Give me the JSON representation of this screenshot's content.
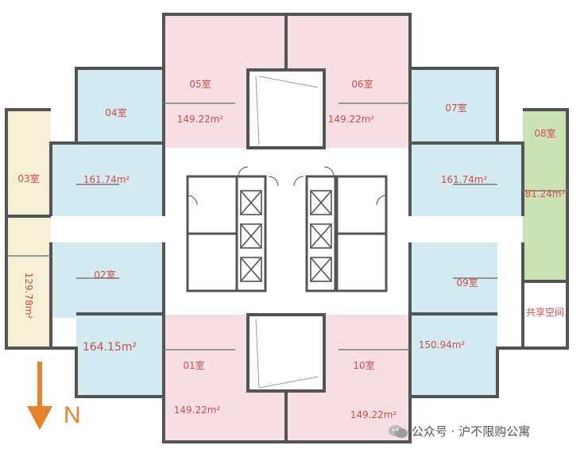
{
  "colors": {
    "wall": "#545454",
    "pink": "#f5dfe2",
    "blue": "#d3ebf0",
    "beige": "#f6efd6",
    "green": "#cbe3b5",
    "core": "#ffffff",
    "label": "#d24b4b",
    "north": "#e8822a"
  },
  "rooms": [
    {
      "id": "01",
      "name": "01室",
      "area": "149.22m²"
    },
    {
      "id": "02",
      "name": "02室",
      "area": "164.15m²"
    },
    {
      "id": "03",
      "name": "03室",
      "area": "129.78m²"
    },
    {
      "id": "04",
      "name": "04室",
      "area": "161.74m²"
    },
    {
      "id": "05",
      "name": "05室",
      "area": "149.22m²"
    },
    {
      "id": "06",
      "name": "06室",
      "area": "149.22m²"
    },
    {
      "id": "07",
      "name": "07室",
      "area": "161.74m²"
    },
    {
      "id": "08",
      "name": "08室",
      "area": "81.24m²"
    },
    {
      "id": "09",
      "name": "09室",
      "area": "150.94m²"
    },
    {
      "id": "10",
      "name": "10室",
      "area": "149.22m²"
    }
  ],
  "shared_space": "共享空间",
  "compass": {
    "letter": "N",
    "icon": "north-arrow-icon"
  },
  "watermark": {
    "text": "公众号 · 沪不限购公寓",
    "icon": "wechat-icon"
  }
}
